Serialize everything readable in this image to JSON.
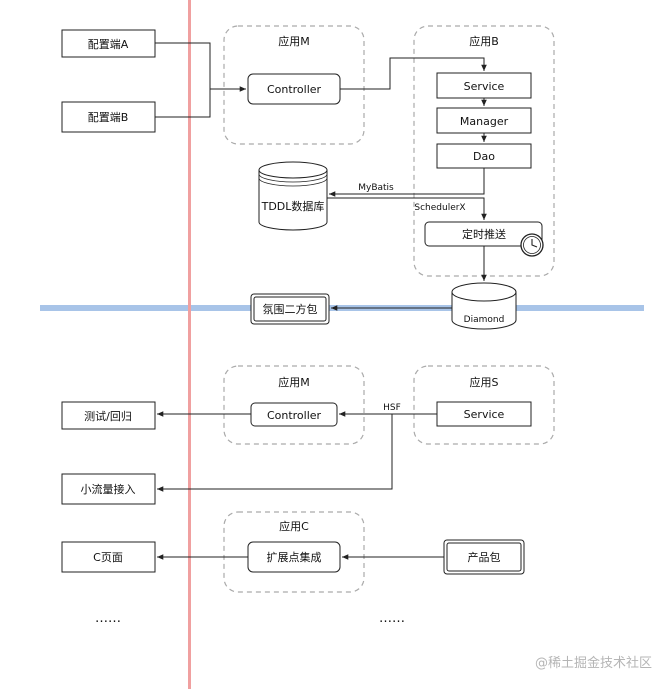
{
  "diagram": {
    "top": {
      "config_a": "配置端A",
      "config_b": "配置端B",
      "app_m": {
        "title": "应用M",
        "controller": "Controller"
      },
      "app_b": {
        "title": "应用B",
        "service": "Service",
        "manager": "Manager",
        "dao": "Dao",
        "scheduled_push": "定时推送"
      },
      "tddl": "TDDL数据库",
      "mybatis": "MyBatis",
      "schedulerx": "SchedulerX",
      "diamond": "Diamond",
      "atmosphere_pkg": "氛围二方包"
    },
    "bottom": {
      "app_m": {
        "title": "应用M",
        "controller": "Controller"
      },
      "app_s": {
        "title": "应用S",
        "service": "Service"
      },
      "hsf": "HSF",
      "test_regression": "测试/回归",
      "small_traffic": "小流量接入",
      "app_c": {
        "title": "应用C",
        "ext_point": "扩展点集成"
      },
      "c_page": "C页面",
      "product_pkg": "产品包",
      "ellipsis_left": "……",
      "ellipsis_right": "……"
    },
    "watermark": "@稀土掘金技术社区"
  },
  "colors": {
    "vertical_line": "#f0a0a0",
    "horizontal_band": "#a8c4e8",
    "group_border": "#aaaaaa",
    "stroke": "#222222"
  }
}
